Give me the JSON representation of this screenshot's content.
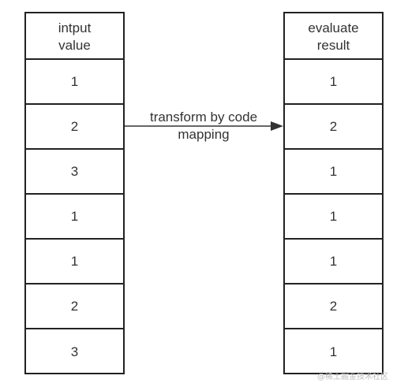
{
  "left_table": {
    "header_lines": [
      "intput",
      "value"
    ],
    "values": [
      "1",
      "2",
      "3",
      "1",
      "1",
      "2",
      "3"
    ]
  },
  "right_table": {
    "header_lines": [
      "evaluate",
      "result"
    ],
    "values": [
      "1",
      "2",
      "1",
      "1",
      "1",
      "2",
      "1"
    ]
  },
  "connector": {
    "label_lines": [
      "transform by code",
      "mapping"
    ]
  },
  "watermark": {
    "text": "@稀土掘金技术社区"
  },
  "colors": {
    "border": "#222222",
    "text": "#333333",
    "arrow": "#333333"
  }
}
